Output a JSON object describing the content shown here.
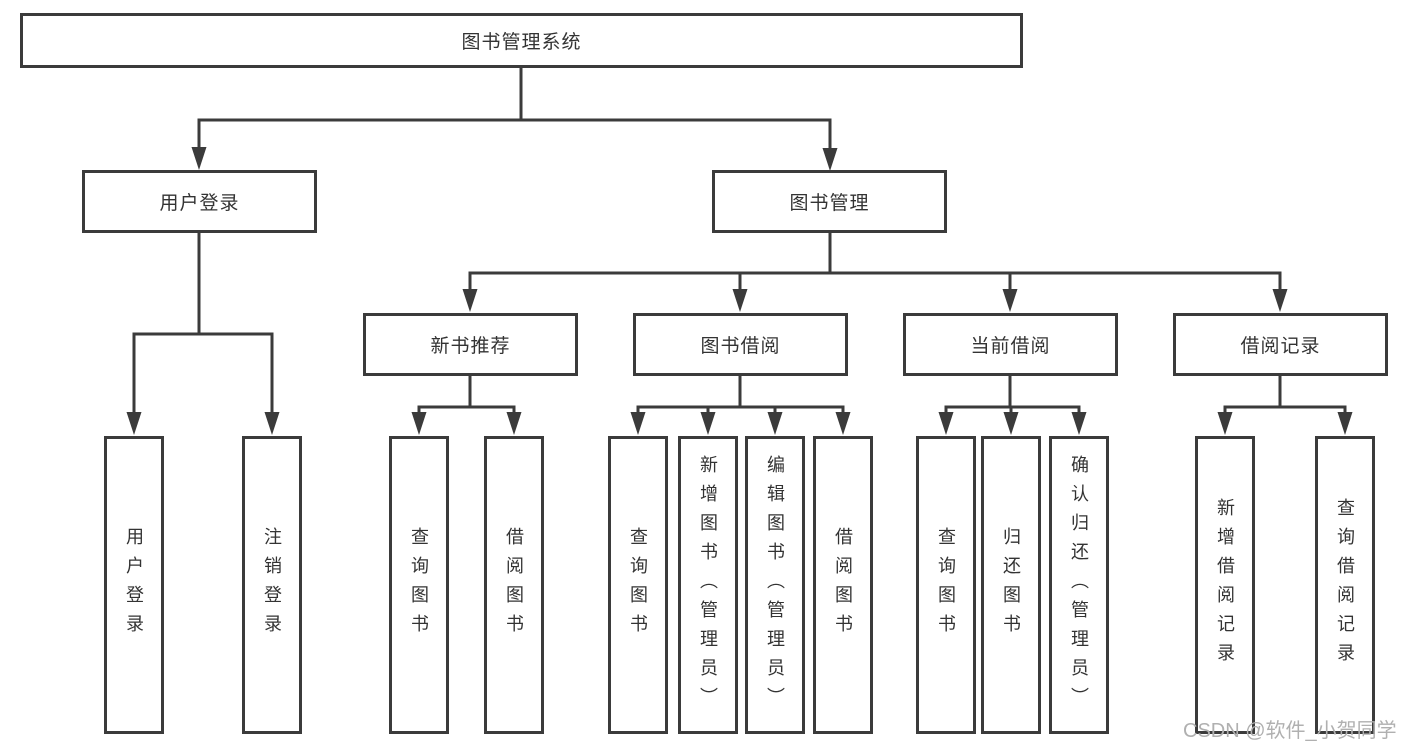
{
  "diagram": {
    "title": "图书管理系统",
    "branches": [
      {
        "label": "用户登录",
        "children": [
          {
            "label": "用户登录"
          },
          {
            "label": "注销登录"
          }
        ]
      },
      {
        "label": "图书管理",
        "children": [
          {
            "label": "新书推荐",
            "children": [
              {
                "label": "查询图书"
              },
              {
                "label": "借阅图书"
              }
            ]
          },
          {
            "label": "图书借阅",
            "children": [
              {
                "label": "查询图书"
              },
              {
                "label": "新增图书（管理员）"
              },
              {
                "label": "编辑图书（管理员）"
              },
              {
                "label": "借阅图书"
              }
            ]
          },
          {
            "label": "当前借阅",
            "children": [
              {
                "label": "查询图书"
              },
              {
                "label": "归还图书"
              },
              {
                "label": "确认归还（管理员）"
              }
            ]
          },
          {
            "label": "借阅记录",
            "children": [
              {
                "label": "新增借阅记录"
              },
              {
                "label": "查询借阅记录"
              }
            ]
          }
        ]
      }
    ]
  },
  "watermark": {
    "text": "CSDN @软件_小贺同学"
  },
  "colors": {
    "line": "#3b3b3b",
    "text": "#333333",
    "background": "#ffffff",
    "watermark": "#b0b0b0"
  }
}
